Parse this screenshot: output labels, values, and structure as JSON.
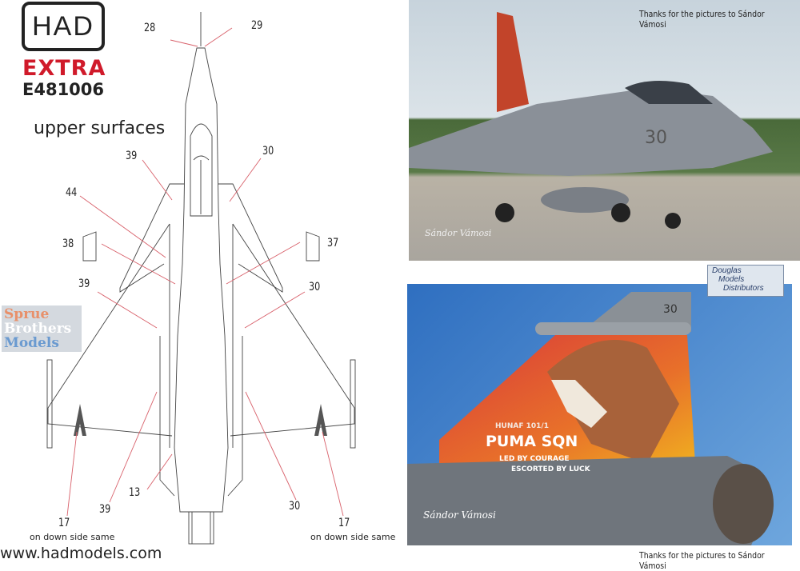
{
  "brand": {
    "logo": "HAD",
    "line": "EXTRA",
    "product_code": "E481006",
    "website": "www.hadmodels.com",
    "accent": "#d01a2a"
  },
  "diagram": {
    "title": "upper surfaces",
    "labels": [
      "28",
      "29",
      "39",
      "30",
      "44",
      "38",
      "37",
      "39",
      "30",
      "13",
      "39",
      "30",
      "17",
      "17"
    ],
    "notes": [
      "on down side same",
      "on down side same"
    ]
  },
  "photos": {
    "top_caption": "Thanks for the pictures to Sándor Vámosi",
    "bottom_caption": "Thanks for the pictures to Sándor Vámosi",
    "top_aircraft_number": "30",
    "tail_number": "30",
    "tail_line1": "HUNAF 101/1",
    "tail_line2": "PUMA SQN",
    "tail_line3": "LED BY COURAGE",
    "tail_line4": "ESCORTED BY LUCK",
    "photographer_signature": "Sándor Vámosi"
  },
  "watermarks": {
    "sbm": [
      "Sprue",
      "Brothers",
      "Models"
    ],
    "dmd": [
      "Douglas",
      "Models",
      "Distributors"
    ]
  }
}
